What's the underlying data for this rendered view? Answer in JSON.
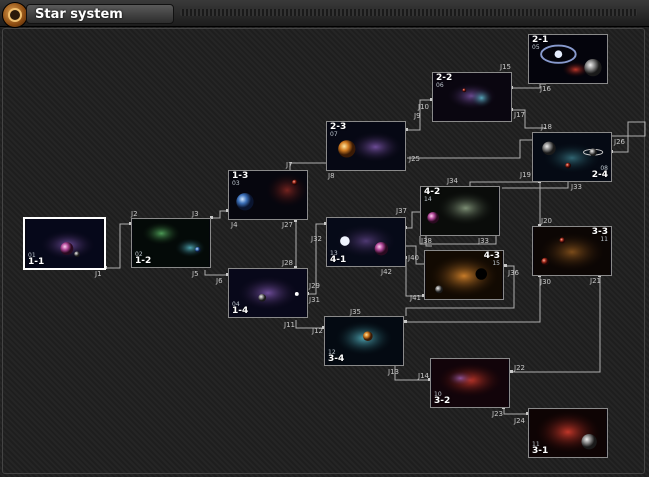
{
  "window": {
    "title": "Star system"
  },
  "nodes": [
    {
      "id": "1-1",
      "label": "1-1",
      "num": "01"
    },
    {
      "id": "1-2",
      "label": "1-2",
      "num": "02"
    },
    {
      "id": "1-3",
      "label": "1-3",
      "num": "03"
    },
    {
      "id": "1-4",
      "label": "1-4",
      "num": "04"
    },
    {
      "id": "2-1",
      "label": "2-1",
      "num": "05"
    },
    {
      "id": "2-2",
      "label": "2-2",
      "num": "06"
    },
    {
      "id": "2-3",
      "label": "2-3",
      "num": "07"
    },
    {
      "id": "2-4",
      "label": "2-4",
      "num": "08"
    },
    {
      "id": "3-1",
      "label": "3-1",
      "num": "11"
    },
    {
      "id": "3-2",
      "label": "3-2",
      "num": "10"
    },
    {
      "id": "3-3",
      "label": "3-3",
      "num": "11"
    },
    {
      "id": "3-4",
      "label": "3-4",
      "num": "12"
    },
    {
      "id": "4-1",
      "label": "4-1",
      "num": "13"
    },
    {
      "id": "4-2",
      "label": "4-2",
      "num": "14"
    },
    {
      "id": "4-3",
      "label": "4-3",
      "num": "15"
    }
  ],
  "junctions": [
    "J1",
    "J2",
    "J3",
    "J4",
    "J5",
    "J6",
    "J7",
    "J8",
    "J9",
    "J10",
    "J11",
    "J12",
    "J13",
    "J14",
    "J15",
    "J16",
    "J17",
    "J18",
    "J19",
    "J20",
    "J21",
    "J22",
    "J23",
    "J24",
    "J25",
    "J26",
    "J27",
    "J28",
    "J29",
    "J30",
    "J31",
    "J32",
    "J33",
    "J34",
    "J35",
    "J36",
    "J37",
    "J38",
    "J40",
    "J41",
    "J42"
  ],
  "colors": {
    "link": "#c8c8c8",
    "node_border": "#8a8a8a",
    "selected_border": "#ffffff"
  }
}
